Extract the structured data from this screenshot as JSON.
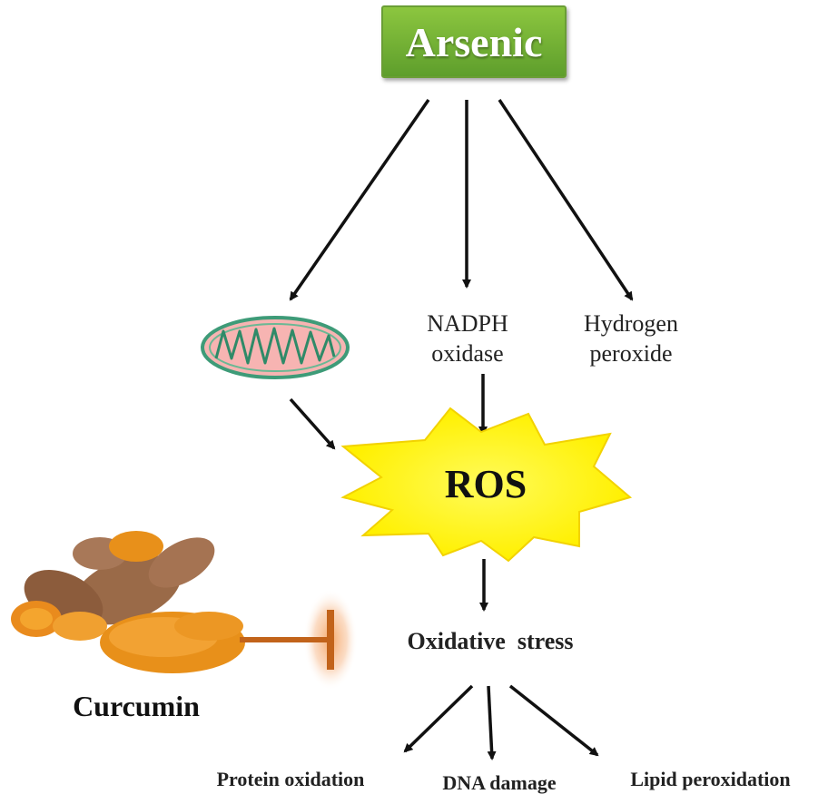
{
  "source": {
    "label": "Arsenic"
  },
  "sources_of_ros": {
    "mitochondrion_icon": "mitochondrion-icon",
    "nadph_oxidase": {
      "line1": "NADPH",
      "line2": "oxidase"
    },
    "hydrogen_peroxide": {
      "line1": "Hydrogen",
      "line2": "peroxide"
    }
  },
  "ros": {
    "label": "ROS"
  },
  "stress": {
    "label": "Oxidative  stress"
  },
  "effects": {
    "protein": "Protein oxidation",
    "dna": "DNA damage",
    "lipid": "Lipid peroxidation"
  },
  "inhibitor": {
    "label": "Curcumin",
    "icon": "turmeric-icon"
  },
  "colors": {
    "arsenic_box": "#7ab648",
    "ros_burst": "#fff21c",
    "inhibitor_bar": "#c2631a",
    "mitochondrion_fill": "#f4a8a8",
    "mitochondrion_outline": "#3e9b78",
    "turmeric": "#e8901a"
  }
}
